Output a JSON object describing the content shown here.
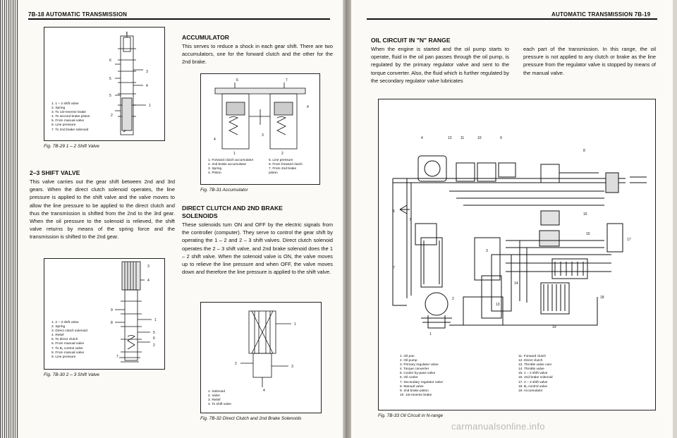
{
  "left_page": {
    "header": "7B-18 AUTOMATIC TRANSMISSION",
    "fig29": {
      "caption": "Fig. 7B-29  1 – 2 Shift Valve",
      "legend": [
        "1.  1 – 2 shift valve",
        "2.  Spring",
        "3.  To 1st-reverse brake",
        "4.  To second brake piston",
        "5.  From manual valve",
        "6.  Line pressure",
        "7.  To 2nd brake solenoid"
      ]
    },
    "sec_23": {
      "title": "2–3 SHIFT VALVE",
      "body": "This valve carries out the gear shift between 2nd and 3rd gears. When the direct clutch solenoid operates, the line pressure is applied to the shift valve and the valve moves to allow the line pressure to be applied to the direct clutch and thus the transmission is shifted from the 2nd to the 3rd gear. When the oil pressure to the solenoid is relieved, the shift valve returns by means of the spring force and the transmission is shifted to the 2nd gear."
    },
    "fig30": {
      "caption": "Fig. 7B-30  2 – 3 Shift Valve",
      "legend": [
        "1.  2 – 3 shift valve",
        "2.  Spring",
        "3.  Direct clutch solenoid",
        "4.  Relief",
        "5.  To direct clutch",
        "6.  From manual valve",
        "7.  To B₁ control valve",
        "8.  From manual valve",
        "9.  Line pressure"
      ]
    },
    "accumulator": {
      "title": "ACCUMULATOR",
      "body": "This serves to reduce a shock in each gear shift. There are two accumulators, one for the forward clutch and the other for the 2nd brake."
    },
    "fig31": {
      "caption": "Fig. 7B-31  Accumulator",
      "legend_left": [
        "1.  Forward clutch accumulator",
        "2.  2nd brake accumulator",
        "3.  Spring",
        "4.  Piston"
      ],
      "legend_right": [
        "5.  Line pressure",
        "6.  From forward clutch",
        "7.  From 2nd brake",
        "     piston"
      ]
    },
    "direct_clutch": {
      "title_line1": "DIRECT CLUTCH AND 2ND BRAKE",
      "title_line2": "SOLENOIDS",
      "body": "These solenoids turn ON and OFF by the electric signals from the controller (computer). They serve to control the gear shift by operating the 1 – 2 and 2 – 3 shift valves. Direct clutch solenoid operates the 2 – 3 shift valve, and 2nd brake solenoid does the 1 – 2 shift valve. When the solenoid valve is ON, the valve moves up to relieve the line pressure and when OFF, the valve moves down and therefore the line pressure is applied to the shift valve."
    },
    "fig32": {
      "caption": "Fig. 7B-32  Direct Clutch and 2nd Brake Solenoids",
      "legend": [
        "1.  Solenoid",
        "2.  Valve",
        "3.  Relief",
        "4.  To shift valve"
      ]
    }
  },
  "right_page": {
    "header": "AUTOMATIC TRANSMISSION  7B-19",
    "oil_circuit": {
      "title": "OIL CIRCUIT IN \"N\" RANGE",
      "body_col1": "When the engine is started and the oil pump starts to operate, fluid in the oil pan passes through the oil pump, is regulated by the primary regulator valve and sent to the torque converter. Also, the fluid which is further regulated by the secondary regulator valve lubricates",
      "body_col2": "each part of the transmission. In this range, the oil pressure is not applied to any clutch or brake as the line pressure from the regulator valve is stopped by means of the manual valve."
    },
    "fig33": {
      "caption": "Fig. 7B-33  Oil Circuit in N-range",
      "legend": [
        "1.   Oil pan",
        "11.  Forward clutch",
        "2.   Oil pump",
        "12.  Direct clutch",
        "3.   Primary regulator valve",
        "13.  Throttle valve cam",
        "4.   Torque converter",
        "14.  Throttle valve",
        "5.   Cooler by-pass valve",
        "15.  1 – 2 shift valve",
        "6.   Oil cooler",
        "16.  2nd brake solenoid",
        "7.   Secondary regulator valve",
        "17.  2 – 3 shift valve",
        "8.   Manual valve",
        "18.  B₁ control valve",
        "9.   2nd brake piston",
        "19.  Accumulator",
        "10.  1st-reverse brake",
        ""
      ]
    }
  },
  "watermark": "carmanualsonline.info",
  "diagram_numbers": {
    "fig29": [
      "7",
      "6",
      "3",
      "5",
      "4",
      "5",
      "1",
      "2"
    ],
    "fig30": [
      "3",
      "4",
      "9",
      "1",
      "8",
      "5",
      "6",
      "2",
      "7"
    ],
    "fig31": [
      "6",
      "7",
      "4",
      "3",
      "4",
      "1",
      "2"
    ],
    "fig32": [
      "1",
      "2",
      "3",
      "4"
    ],
    "fig33": [
      "4",
      "12",
      "11",
      "10",
      "9",
      "8",
      "6",
      "5",
      "16",
      "15",
      "17",
      "3",
      "7",
      "14",
      "13",
      "2",
      "18",
      "19",
      "1"
    ]
  },
  "colors": {
    "ink": "#111111",
    "paper": "#fbfaf6"
  }
}
